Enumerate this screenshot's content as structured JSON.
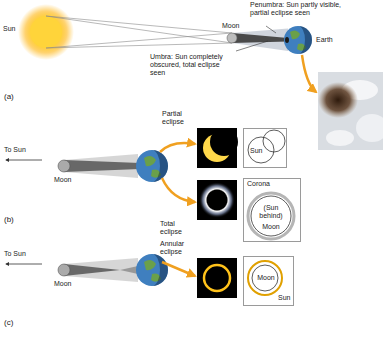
{
  "diagram": {
    "nodes": [
      {
        "text": [
          "Sun"
        ]
      },
      {
        "text": [
          "Corona",
          "(Sun behind)",
          "Moon"
        ]
      },
      {
        "text": [
          "Moon",
          "Sun"
        ]
      }
    ],
    "labels": [
      "Sun",
      "Penumbra: Sun partly visible, partial eclipse seen",
      "Moon",
      "Earth",
      "Umbra: Sun completely obscured, total eclipse seen",
      "(a)",
      "To Sun",
      "Moon",
      "Partial eclipse",
      "Total eclipse",
      "(b)",
      "To Sun",
      "Moon",
      "Annular eclipse",
      "(c)"
    ]
  }
}
